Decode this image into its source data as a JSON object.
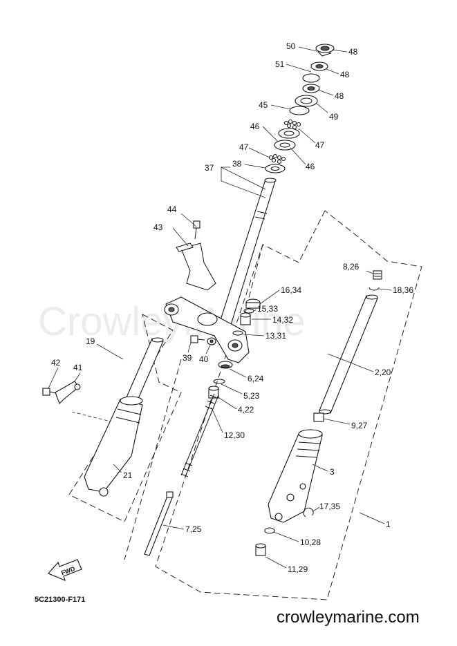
{
  "diagram": {
    "code": "5C21300-F171",
    "watermark": "CrowleyMarine",
    "website": "crowleymarine.com",
    "fwd_label": "FWD",
    "callouts": [
      {
        "id": "c50",
        "text": "50"
      },
      {
        "id": "c48a",
        "text": "48"
      },
      {
        "id": "c51",
        "text": "51"
      },
      {
        "id": "c48b",
        "text": "48"
      },
      {
        "id": "c48c",
        "text": "48"
      },
      {
        "id": "c45",
        "text": "45"
      },
      {
        "id": "c49",
        "text": "49"
      },
      {
        "id": "c46a",
        "text": "46"
      },
      {
        "id": "c47a",
        "text": "47"
      },
      {
        "id": "c47b",
        "text": "47"
      },
      {
        "id": "c46b",
        "text": "46"
      },
      {
        "id": "c37",
        "text": "37"
      },
      {
        "id": "c38",
        "text": "38"
      },
      {
        "id": "c44",
        "text": "44"
      },
      {
        "id": "c43",
        "text": "43"
      },
      {
        "id": "c8_26",
        "text": "8,26"
      },
      {
        "id": "c18_36",
        "text": "18,36"
      },
      {
        "id": "c16_34",
        "text": "16,34"
      },
      {
        "id": "c15_33",
        "text": "15,33"
      },
      {
        "id": "c14_32",
        "text": "14,32"
      },
      {
        "id": "c13_31",
        "text": "13,31"
      },
      {
        "id": "c19",
        "text": "19"
      },
      {
        "id": "c39",
        "text": "39"
      },
      {
        "id": "c40",
        "text": "40"
      },
      {
        "id": "c6_24",
        "text": "6,24"
      },
      {
        "id": "c2_20",
        "text": "2,20"
      },
      {
        "id": "c42",
        "text": "42"
      },
      {
        "id": "c41",
        "text": "41"
      },
      {
        "id": "c5_23",
        "text": "5,23"
      },
      {
        "id": "c4_22",
        "text": "4,22"
      },
      {
        "id": "c9_27",
        "text": "9,27"
      },
      {
        "id": "c12_30",
        "text": "12,30"
      },
      {
        "id": "c21",
        "text": "21"
      },
      {
        "id": "c3",
        "text": "3"
      },
      {
        "id": "c17_35",
        "text": "17,35"
      },
      {
        "id": "c1",
        "text": "1"
      },
      {
        "id": "c7_25",
        "text": "7,25"
      },
      {
        "id": "c10_28",
        "text": "10,28"
      },
      {
        "id": "c11_29",
        "text": "11,29"
      }
    ]
  }
}
